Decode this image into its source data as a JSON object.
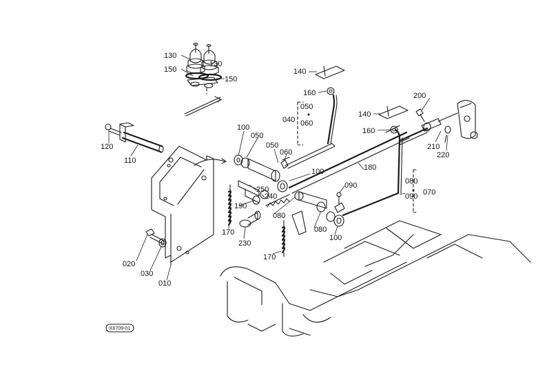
{
  "labels": [
    {
      "id": "l130a",
      "text": "130"
    },
    {
      "id": "l130b",
      "text": "130"
    },
    {
      "id": "l150a",
      "text": "150"
    },
    {
      "id": "l150b",
      "text": "150"
    },
    {
      "id": "l140a",
      "text": "140"
    },
    {
      "id": "l160a",
      "text": "160"
    },
    {
      "id": "l050a",
      "text": "050"
    },
    {
      "id": "l040",
      "text": "040"
    },
    {
      "id": "l060a",
      "text": "060"
    },
    {
      "id": "l140b",
      "text": "140"
    },
    {
      "id": "l200",
      "text": "200"
    },
    {
      "id": "l160b",
      "text": "160"
    },
    {
      "id": "l210",
      "text": "210"
    },
    {
      "id": "l220",
      "text": "220"
    },
    {
      "id": "l120",
      "text": "120"
    },
    {
      "id": "l110",
      "text": "110"
    },
    {
      "id": "l100a",
      "text": "100"
    },
    {
      "id": "l050b",
      "text": "050"
    },
    {
      "id": "l050c",
      "text": "050"
    },
    {
      "id": "l060b",
      "text": "060"
    },
    {
      "id": "l100b",
      "text": "100"
    },
    {
      "id": "l180",
      "text": "180"
    },
    {
      "id": "l250",
      "text": "250"
    },
    {
      "id": "l240",
      "text": "240"
    },
    {
      "id": "l090a",
      "text": "090"
    },
    {
      "id": "l080a",
      "text": "080"
    },
    {
      "id": "l070",
      "text": "070"
    },
    {
      "id": "l090b",
      "text": "090"
    },
    {
      "id": "l190",
      "text": "190"
    },
    {
      "id": "l080b",
      "text": "080"
    },
    {
      "id": "l170a",
      "text": "170"
    },
    {
      "id": "l080c",
      "text": "080"
    },
    {
      "id": "l100c",
      "text": "100"
    },
    {
      "id": "l230",
      "text": "230"
    },
    {
      "id": "l170b",
      "text": "170"
    },
    {
      "id": "l020",
      "text": "020"
    },
    {
      "id": "l030",
      "text": "030"
    },
    {
      "id": "l010",
      "text": "010"
    }
  ],
  "reference_code": "K6709-01"
}
